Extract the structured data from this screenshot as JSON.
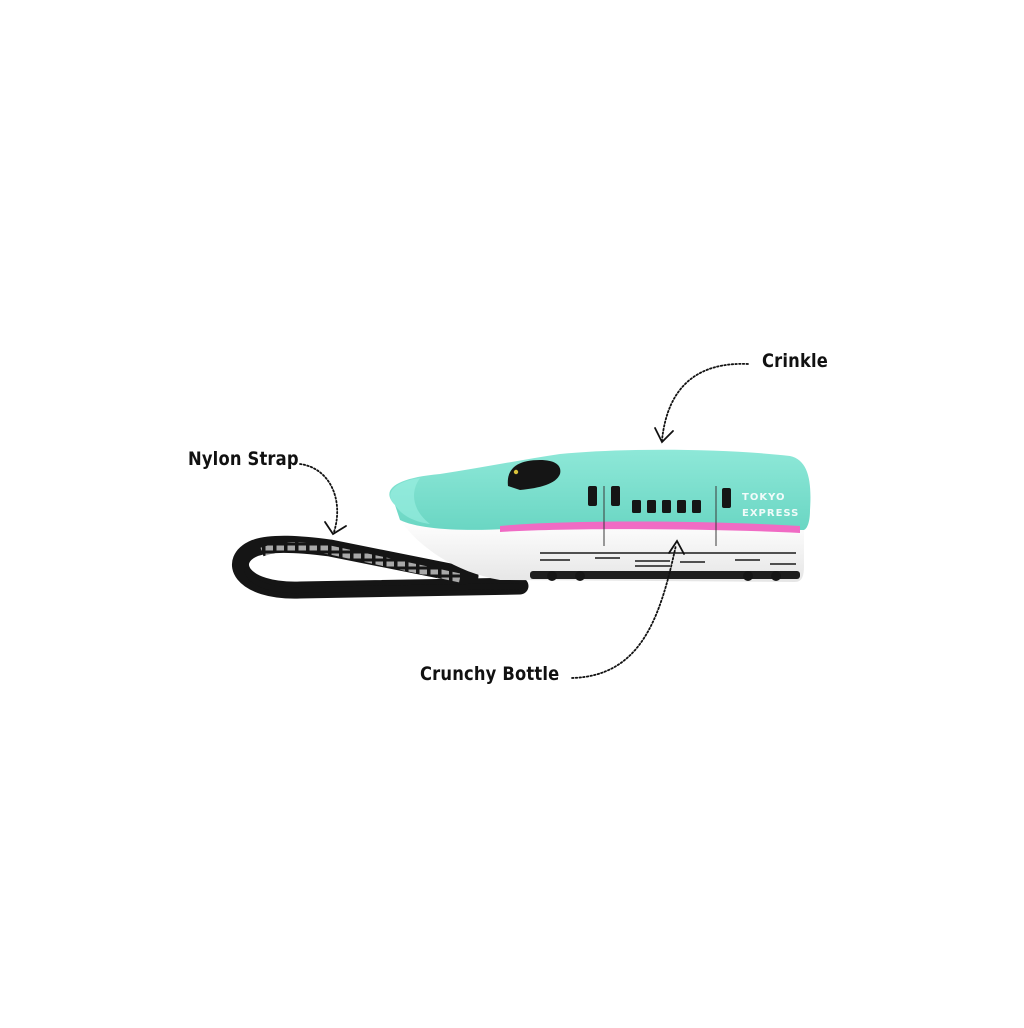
{
  "callouts": {
    "crinkle": "Crinkle",
    "nylon_strap": "Nylon Strap",
    "crunchy_bottle": "Crunchy Bottle"
  },
  "train_print": {
    "line1": "TOKYO",
    "line2": "EXPRESS"
  },
  "colors": {
    "body_mint": "#7ee0cf",
    "stripe_pink": "#f06bc4",
    "underbody_white": "#f7f7f7",
    "strap_black": "#151515",
    "strap_grid": "#9a9a9a",
    "arrow_ink": "#111111"
  }
}
